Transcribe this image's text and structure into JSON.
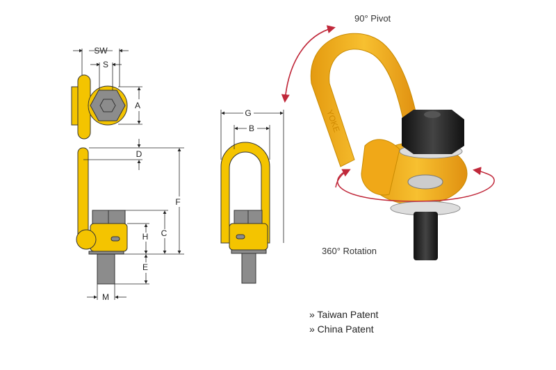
{
  "diagram": {
    "dimension_labels": {
      "sw": "SW",
      "s": "S",
      "a": "A",
      "d": "D",
      "f": "F",
      "c": "C",
      "h": "H",
      "e": "E",
      "m": "M",
      "g": "G",
      "b": "B"
    },
    "photo_captions": {
      "pivot": "90° Pivot",
      "rotation": "360° Rotation"
    },
    "brand_marking": "YOKE",
    "patents": [
      "» Taiwan Patent",
      "» China Patent"
    ],
    "colors": {
      "yellow": "#f4c400",
      "photo_yellow": "#f2b21a",
      "gray": "#8c8c8c",
      "arrow_red": "#c0283a"
    }
  }
}
